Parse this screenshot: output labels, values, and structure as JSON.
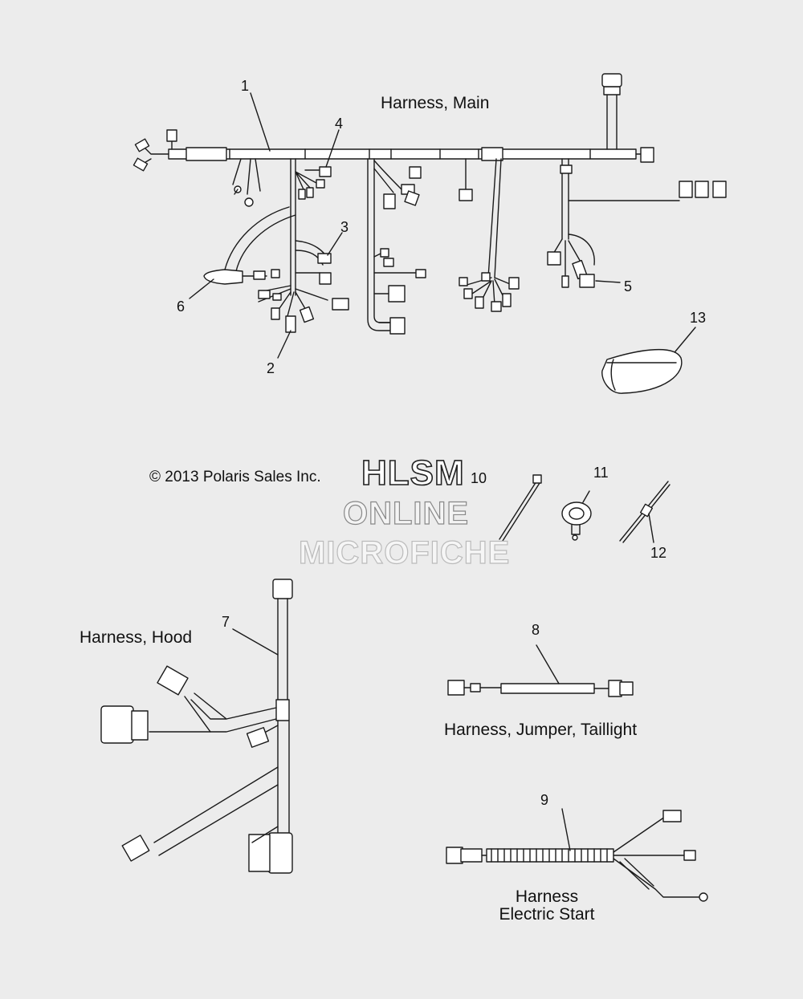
{
  "labels": {
    "harness_main": "Harness, Main",
    "harness_hood": "Harness, Hood",
    "harness_jumper": "Harness, Jumper, Taillight",
    "harness_estart_line1": "Harness",
    "harness_estart_line2": "Electric Start",
    "copyright": "© 2013 Polaris Sales Inc."
  },
  "callouts": {
    "c1": "1",
    "c2": "2",
    "c3": "3",
    "c4": "4",
    "c5": "5",
    "c6": "6",
    "c7": "7",
    "c8": "8",
    "c9": "9",
    "c10": "10",
    "c11": "11",
    "c12": "12",
    "c13": "13"
  },
  "watermark": {
    "line1": "HLSM",
    "line2": "ONLINE",
    "line3": "MICROFICHE"
  },
  "colors": {
    "background": "#ececec",
    "line": "#1a1a1a",
    "watermark_outline": "#222222"
  }
}
